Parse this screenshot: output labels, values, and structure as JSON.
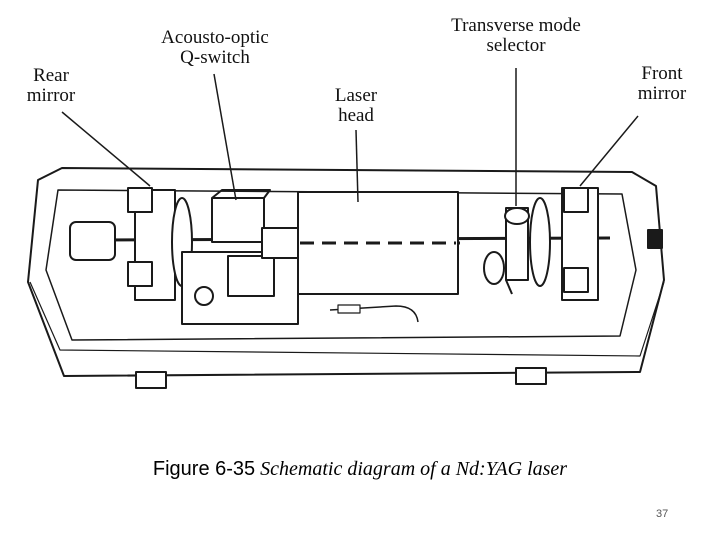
{
  "labels": {
    "rear_mirror": [
      "Rear",
      "mirror"
    ],
    "qswitch": [
      "Acousto-optic",
      "Q-switch"
    ],
    "laser_head": [
      "Laser",
      "head"
    ],
    "mode_selector": [
      "Transverse mode",
      "selector"
    ],
    "front_mirror": [
      "Front",
      "mirror"
    ]
  },
  "caption": {
    "number": "Figure 6-35",
    "text": "Schematic diagram of a Nd:YAG laser"
  },
  "page_number": "37"
}
